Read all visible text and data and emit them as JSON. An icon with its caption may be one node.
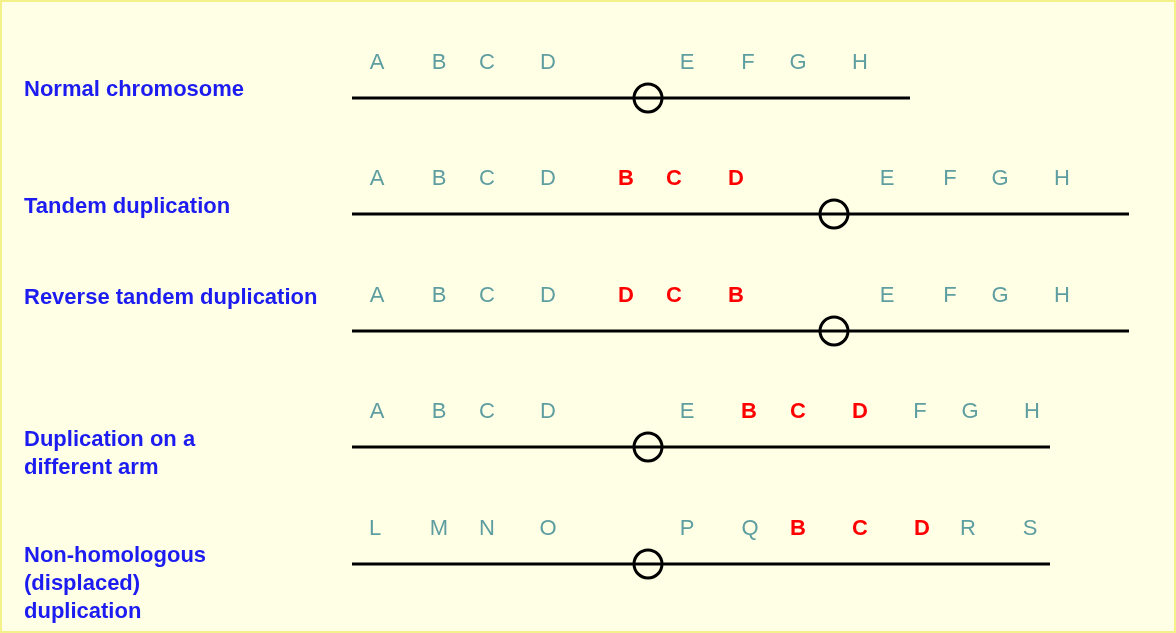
{
  "diagram": {
    "labels": [
      "Normal chromosome",
      "A",
      "B",
      "C",
      "D",
      "E",
      "F",
      "G",
      "H",
      "Tandem duplication",
      "A",
      "B",
      "C",
      "D",
      "B",
      "C",
      "D",
      "E",
      "F",
      "G",
      "H",
      "Reverse tandem duplication",
      "A",
      "B",
      "C",
      "D",
      "D",
      "C",
      "B",
      "E",
      "F",
      "G",
      "H",
      "Duplication on a different arm",
      "A",
      "B",
      "C",
      "D",
      "E",
      "B",
      "C",
      "D",
      "F",
      "G",
      "H",
      "Non-homologous (displaced) duplication",
      "L",
      "M",
      "N",
      "O",
      "P",
      "Q",
      "B",
      "C",
      "D",
      "R",
      "S"
    ]
  }
}
